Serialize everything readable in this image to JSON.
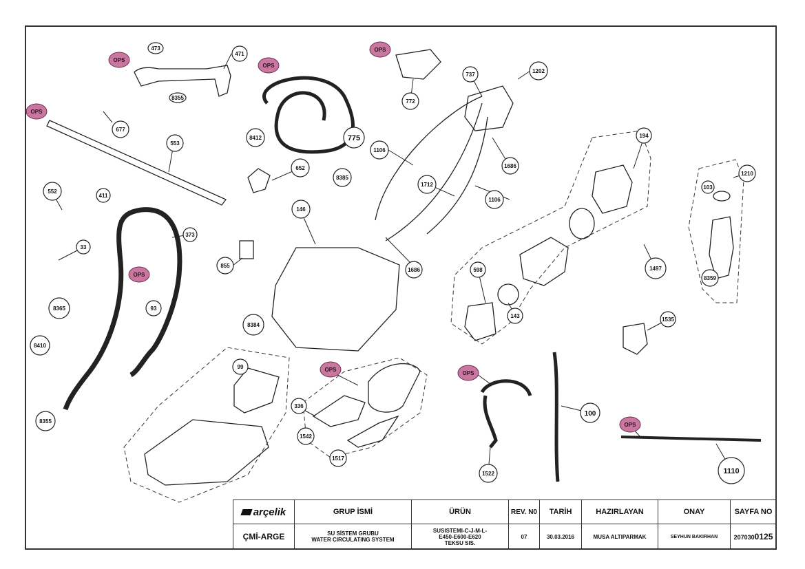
{
  "callouts": {
    "c473": "473",
    "c471": "471",
    "c8355a": "8355",
    "c677": "677",
    "c553": "553",
    "c552": "552",
    "c411": "411",
    "c373": "373",
    "c33": "33",
    "c93": "93",
    "c8365": "8365",
    "c8410": "8410",
    "c8355b": "8355",
    "c8412": "8412",
    "c775": "775",
    "c652": "652",
    "c8385": "8385",
    "c772": "772",
    "c737": "737",
    "c1202": "1202",
    "c1106a": "1106",
    "c1712": "1712",
    "c1106b": "1106",
    "c1686a": "1686",
    "c1686b": "1686",
    "c146": "146",
    "c855": "855",
    "c8384": "8384",
    "c99": "99",
    "c336": "336",
    "c1542": "1542",
    "c1517": "1517",
    "c194": "194",
    "c598": "598",
    "c143": "143",
    "c1497": "1497",
    "c1535": "1535",
    "c1210": "1210",
    "c103": "103",
    "c8359": "8359",
    "c1522": "1522",
    "c100": "100",
    "c1110": "1110"
  },
  "ops_label": "OPS",
  "colors": {
    "ops_fill": "#c9779f",
    "line": "#222222"
  },
  "title_block": {
    "brand": "arçelik",
    "col_group": "GRUP İSMİ",
    "col_product": "ÜRÜN",
    "col_rev": "REV. N0",
    "col_date": "TARİH",
    "col_prepared": "HAZIRLAYAN",
    "col_approved": "ONAY",
    "col_page": "SAYFA NO",
    "dept": "ÇMİ-ARGE",
    "group_name_tr": "SU SİSTEM GRUBU",
    "group_name_en": "WATER CIRCULATING SYSTEM",
    "product_line1": "SUSISTEMI-C-J-M-L-",
    "product_line2": "E450-E600-E620",
    "product_line3": "TEKSU SIS.",
    "rev": "07",
    "date": "30.03.2016",
    "prepared_by": "MUSA ALTIPARMAK",
    "approved_by": "SEYHUN BAKIRHAN",
    "page_prefix": "207030",
    "page_suffix": "0125"
  }
}
